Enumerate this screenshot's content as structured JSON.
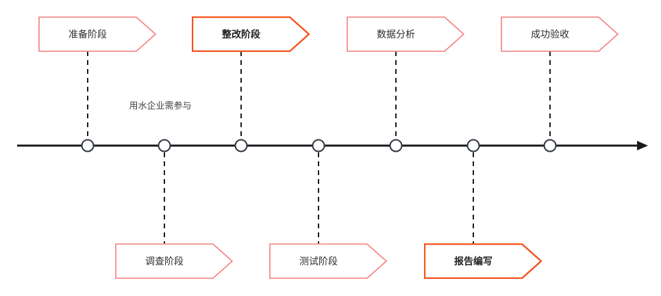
{
  "diagram": {
    "type": "timeline-flowchart",
    "background": "#ffffff"
  },
  "colors": {
    "pink_border": "#f47c7c",
    "orange_border": "#f5541d",
    "axis": "#1a1a1a",
    "node_stroke": "#2e3440",
    "shape_fill": "#ffffff",
    "label_text": "#2d2d2d",
    "annotation_text": "#404040"
  },
  "timeline": {
    "direction": "left-to-right",
    "node_count": 7
  },
  "stages": [
    {
      "label": "准备阶段",
      "position": "above",
      "node_index": 1,
      "emphasis": false,
      "border_color": "#f47c7c"
    },
    {
      "label": "调查阶段",
      "position": "below",
      "node_index": 2,
      "emphasis": false,
      "border_color": "#f47c7c"
    },
    {
      "label": "整改阶段",
      "position": "above",
      "node_index": 3,
      "emphasis": true,
      "border_color": "#f5541d"
    },
    {
      "label": "测试阶段",
      "position": "below",
      "node_index": 4,
      "emphasis": false,
      "border_color": "#f47c7c"
    },
    {
      "label": "数据分析",
      "position": "above",
      "node_index": 5,
      "emphasis": false,
      "border_color": "#f47c7c"
    },
    {
      "label": "报告编写",
      "position": "below",
      "node_index": 6,
      "emphasis": true,
      "border_color": "#f5541d"
    },
    {
      "label": "成功验收",
      "position": "above",
      "node_index": 7,
      "emphasis": false,
      "border_color": "#f47c7c"
    }
  ],
  "annotation": {
    "label": "用水企业需参与"
  }
}
